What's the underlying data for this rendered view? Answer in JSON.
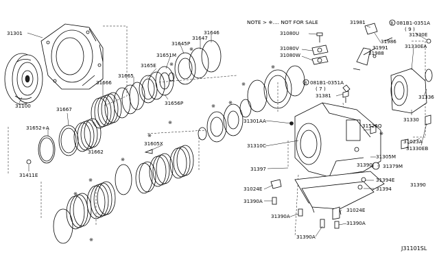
{
  "note": "NOTE > ※.... NOT FOR SALE",
  "reference": "J31101SL",
  "labels": {
    "p31301": "31301",
    "p31100": "31100",
    "p31666": "31666",
    "p31665": "31665",
    "p3165E": "3165E",
    "p31651M": "31651M",
    "p31645P": "31645P",
    "p31647": "31647",
    "p31646": "31646",
    "p31656P": "31656P",
    "p31667": "31667",
    "p31652A": "31652+A",
    "p31662": "31662",
    "p31411E": "31411E",
    "p31605X": "31605X",
    "p31080U": "31080U",
    "p31080V": "31080V",
    "p31080W": "31080W",
    "p081B1_7": "081B1-0351A",
    "p081B1_7q": "( 7 )",
    "p31381": "31381",
    "p31301AA": "31301AA",
    "p31310C": "31310C",
    "p31397": "31397",
    "p31024E_a": "31024E",
    "p31390A_a": "31390A",
    "p31390A_b": "31390A",
    "p31390A_c": "31390A",
    "p31390A_d": "31390A",
    "p31024E_b": "31024E",
    "p31390J": "31390J",
    "p31379M": "31379M",
    "p31394E": "31394E",
    "p31394": "31394",
    "p31390": "31390",
    "p31305M": "31305M",
    "p31526Q": "31526Q",
    "p31981": "31981",
    "p081B1_9": "081B1-0351A",
    "p081B1_9q": "( 9 )",
    "p31330E": "31330E",
    "p31986": "31986",
    "p31991": "31991",
    "p31988": "31988",
    "p31330EA": "31330EA",
    "p31336": "31336",
    "p31330": "31330",
    "p31023A": "31023A",
    "p31330EB": "31330EB"
  },
  "circled_letter": "B"
}
